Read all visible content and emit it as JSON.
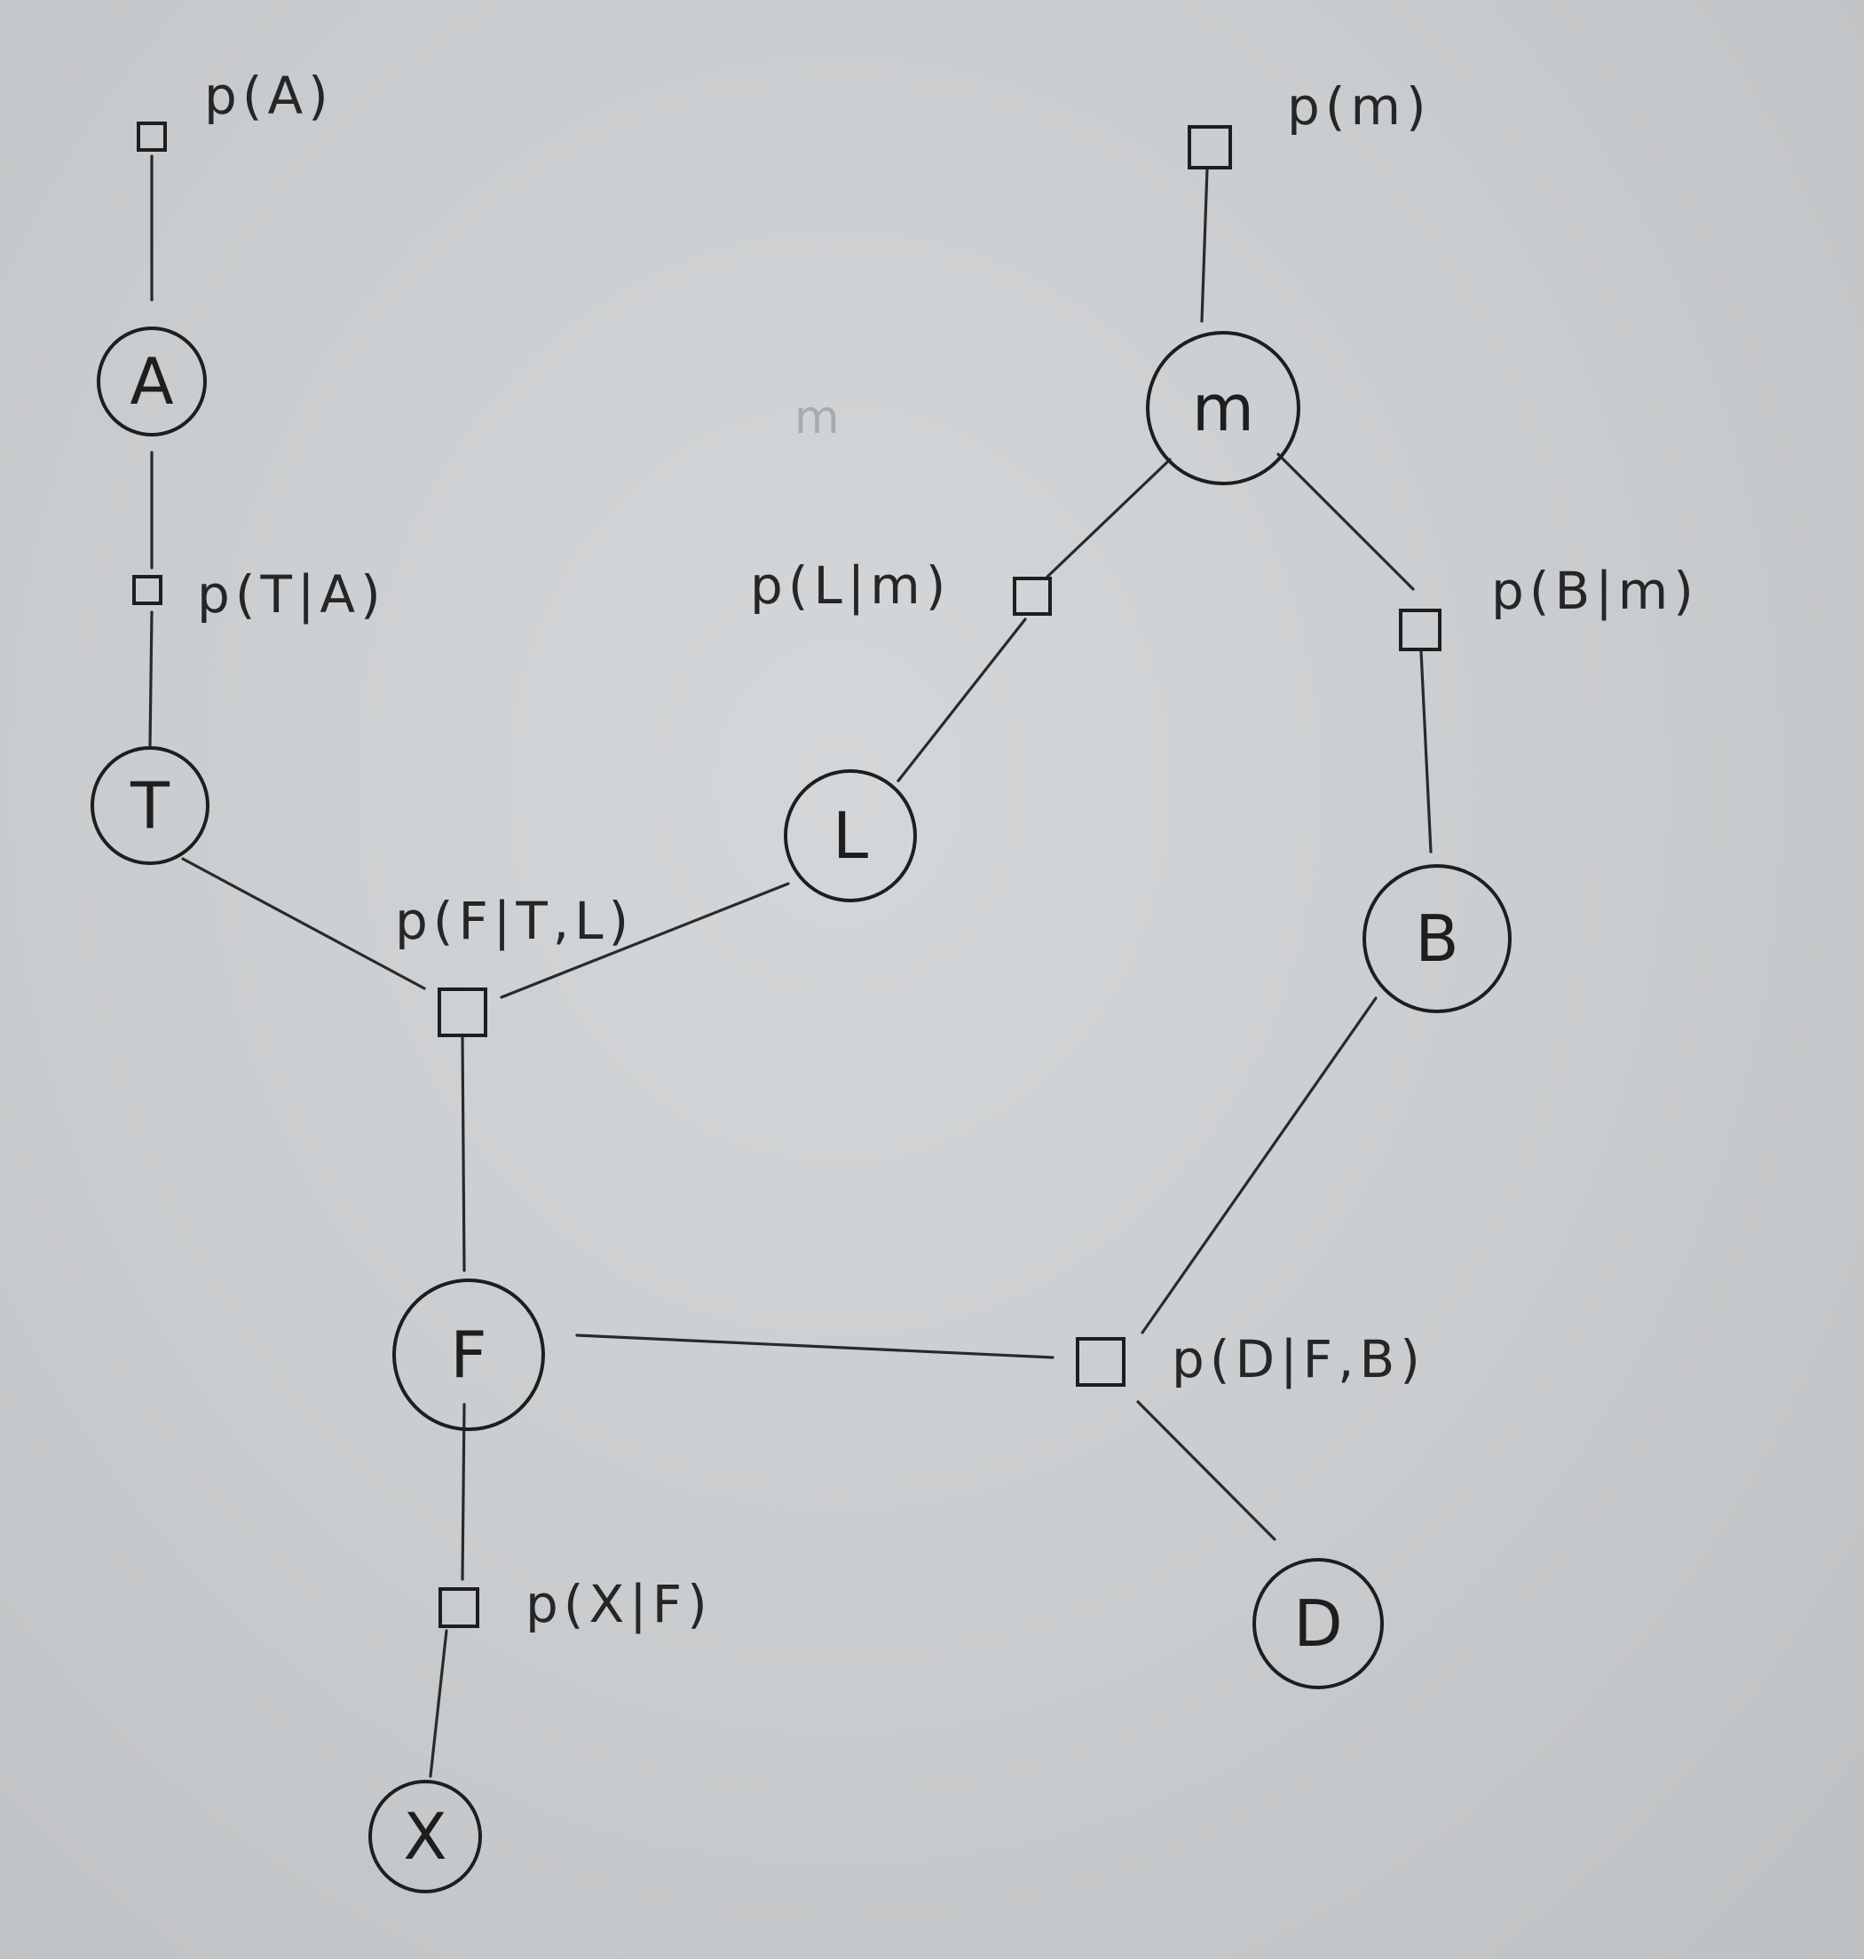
{
  "variables": [
    {
      "id": "A",
      "label": "A"
    },
    {
      "id": "T",
      "label": "T"
    },
    {
      "id": "M",
      "label": "m"
    },
    {
      "id": "L",
      "label": "L"
    },
    {
      "id": "B",
      "label": "B"
    },
    {
      "id": "F",
      "label": "F"
    },
    {
      "id": "D",
      "label": "D"
    },
    {
      "id": "X",
      "label": "X"
    }
  ],
  "factors": [
    {
      "id": "pA",
      "label": "p(A)",
      "connects": [
        "A"
      ]
    },
    {
      "id": "pTA",
      "label": "p(T|A)",
      "connects": [
        "A",
        "T"
      ]
    },
    {
      "id": "pM",
      "label": "p(m)",
      "connects": [
        "M"
      ]
    },
    {
      "id": "pLM",
      "label": "p(L|m)",
      "connects": [
        "M",
        "L"
      ]
    },
    {
      "id": "pBM",
      "label": "p(B|m)",
      "connects": [
        "M",
        "B"
      ]
    },
    {
      "id": "pFTL",
      "label": "p(F|T,L)",
      "connects": [
        "T",
        "L",
        "F"
      ]
    },
    {
      "id": "pDFB",
      "label": "p(D|F,B)",
      "connects": [
        "F",
        "B",
        "D"
      ]
    },
    {
      "id": "pXF",
      "label": "p(X|F)",
      "connects": [
        "F",
        "X"
      ]
    }
  ],
  "stray_mark": "m"
}
